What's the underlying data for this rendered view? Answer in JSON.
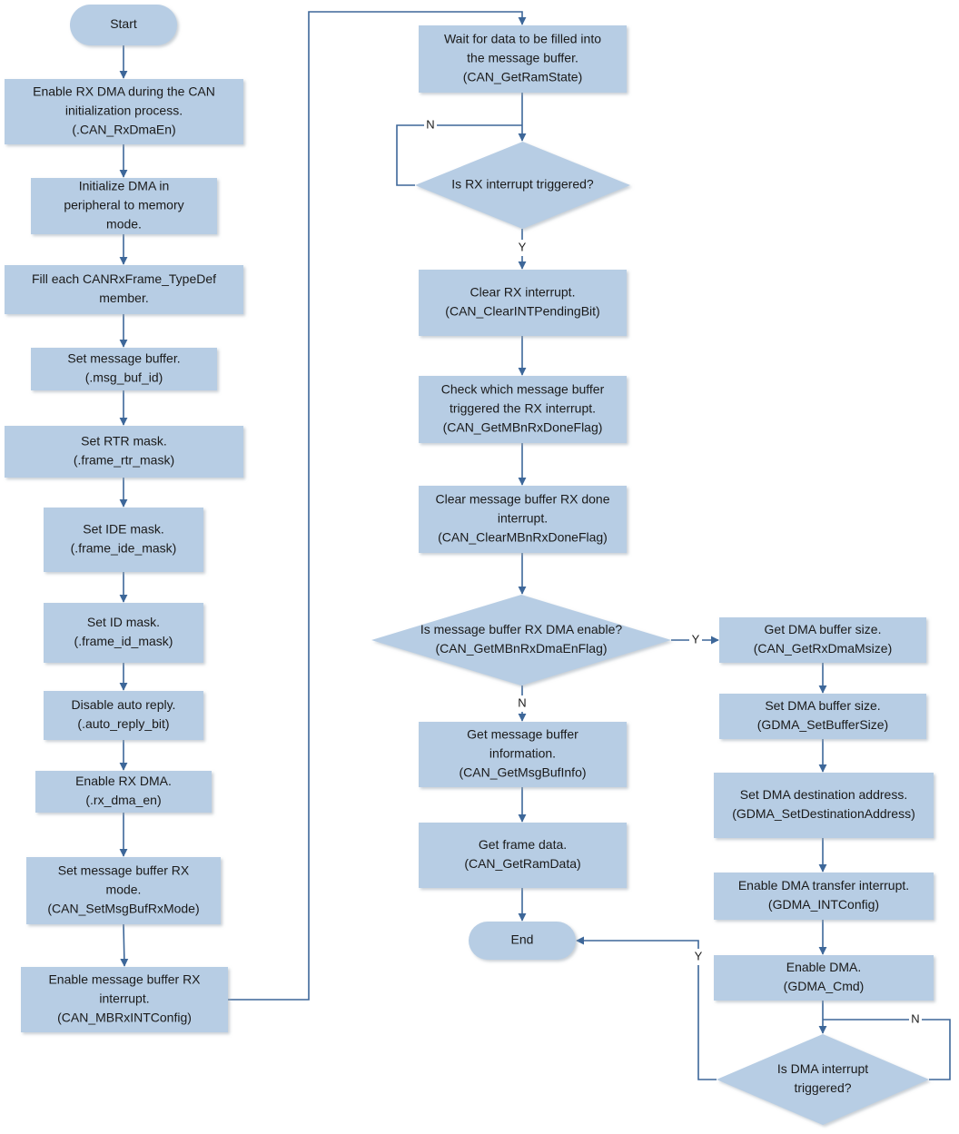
{
  "colors": {
    "node_fill": "#b7cde4",
    "connector": "#3d6799",
    "text": "#1a1a1a"
  },
  "nodes": {
    "start": [
      "Start"
    ],
    "enable_rx_dma_init": [
      "Enable RX DMA during the CAN",
      "initialization process.",
      "(.CAN_RxDmaEn)"
    ],
    "init_dma": [
      "Initialize DMA in",
      "peripheral to memory",
      "mode."
    ],
    "fill_frame": [
      "Fill each CANRxFrame_TypeDef",
      "member."
    ],
    "set_msg_buf": [
      "Set message buffer.",
      "(.msg_buf_id)"
    ],
    "set_rtr_mask": [
      "Set RTR mask.",
      "(.frame_rtr_mask)"
    ],
    "set_ide_mask": [
      "Set IDE mask.",
      "(.frame_ide_mask)"
    ],
    "set_id_mask": [
      "Set ID mask.",
      "(.frame_id_mask)"
    ],
    "disable_auto_reply": [
      "Disable auto reply.",
      "(.auto_reply_bit)"
    ],
    "enable_rx_dma": [
      "Enable RX DMA.",
      "(.rx_dma_en)"
    ],
    "set_rx_mode": [
      "Set message buffer RX",
      "mode.",
      "(CAN_SetMsgBufRxMode)"
    ],
    "enable_rx_int": [
      "Enable message buffer RX",
      "interrupt.",
      "(CAN_MBRxINTConfig)"
    ],
    "wait_data": [
      "Wait for data to be filled into",
      "the message buffer.",
      "(CAN_GetRamState)"
    ],
    "is_rx_int": [
      "Is RX interrupt triggered?"
    ],
    "clear_rx_int": [
      "Clear RX interrupt.",
      "(CAN_ClearINTPendingBit)"
    ],
    "check_buffer": [
      "Check which message buffer",
      "triggered the RX interrupt.",
      "(CAN_GetMBnRxDoneFlag)"
    ],
    "clear_done": [
      "Clear message buffer RX done",
      "interrupt.",
      "(CAN_ClearMBnRxDoneFlag)"
    ],
    "is_dma_enable": [
      "Is message buffer RX DMA enable?",
      "(CAN_GetMBnRxDmaEnFlag)"
    ],
    "get_buf_info": [
      "Get message buffer",
      "information.",
      "(CAN_GetMsgBufInfo)"
    ],
    "get_frame": [
      "Get frame data.",
      "(CAN_GetRamData)"
    ],
    "end": [
      "End"
    ],
    "get_dma_size": [
      "Get DMA buffer size.",
      "(CAN_GetRxDmaMsize)"
    ],
    "set_dma_size": [
      "Set DMA buffer size.",
      "(GDMA_SetBufferSize)"
    ],
    "set_dma_dest": [
      "Set DMA destination address.",
      "(GDMA_SetDestinationAddress)"
    ],
    "enable_dma_int": [
      "Enable DMA transfer interrupt.",
      "(GDMA_INTConfig)"
    ],
    "enable_dma": [
      "Enable DMA.",
      "(GDMA_Cmd)"
    ],
    "is_dma_int": [
      "Is DMA interrupt",
      "triggered?"
    ]
  },
  "edge_labels": {
    "rx_int_no": "N",
    "rx_int_yes": "Y",
    "dma_enable_yes": "Y",
    "dma_enable_no": "N",
    "dma_int_yes": "Y",
    "dma_int_no": "N"
  }
}
